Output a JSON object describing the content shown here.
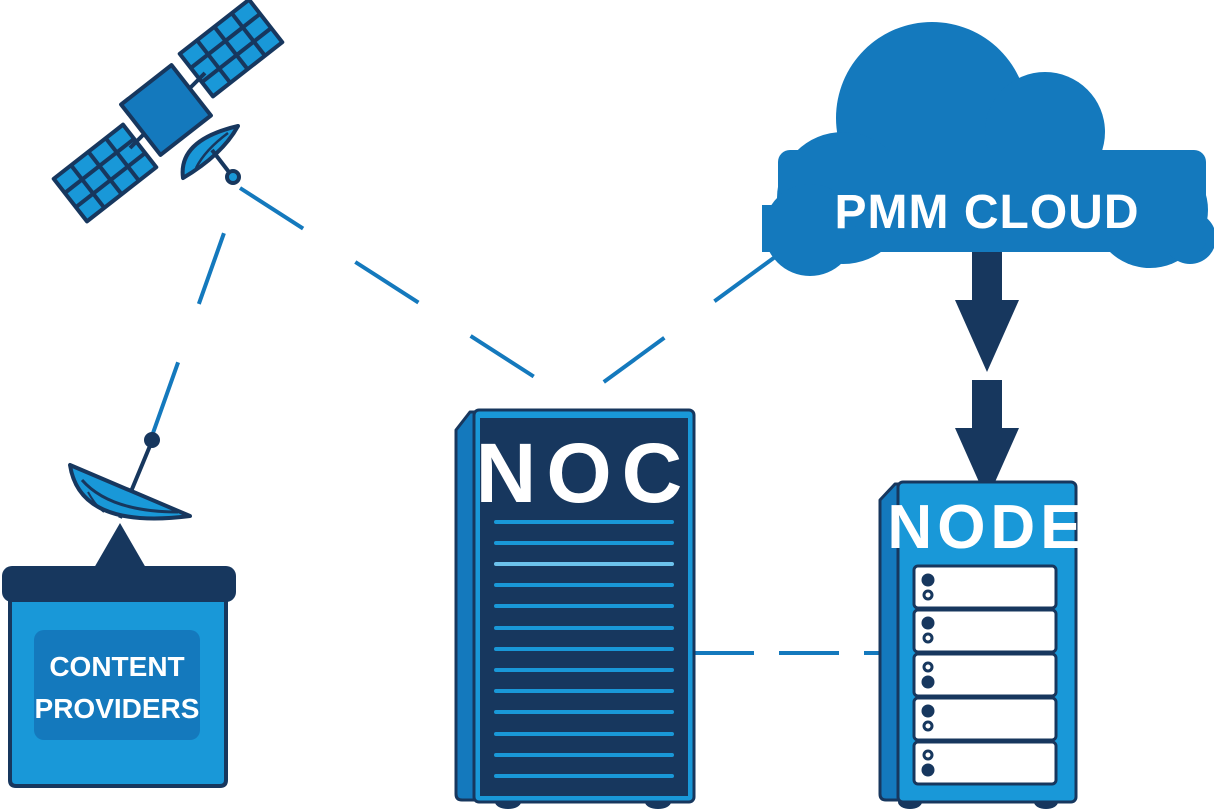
{
  "colors": {
    "dark_navy": "#17375e",
    "medium_blue": "#1479bd",
    "light_blue": "#1998d8",
    "stripe_light": "#6cc2ec",
    "white": "#ffffff"
  },
  "icons": {
    "satellite": "satellite-icon",
    "satellite_dish": "satellite-dish-icon",
    "cloud": "cloud-icon",
    "server_rack": "server-rack-icon",
    "arrow": "arrow-down-icon"
  },
  "nodes": {
    "noc": {
      "label": "NOC"
    },
    "node": {
      "label": "NODE"
    },
    "cloud": {
      "label": "PMM CLOUD"
    },
    "content_providers": {
      "line1": "CONTENT",
      "line2": "PROVIDERS"
    }
  }
}
